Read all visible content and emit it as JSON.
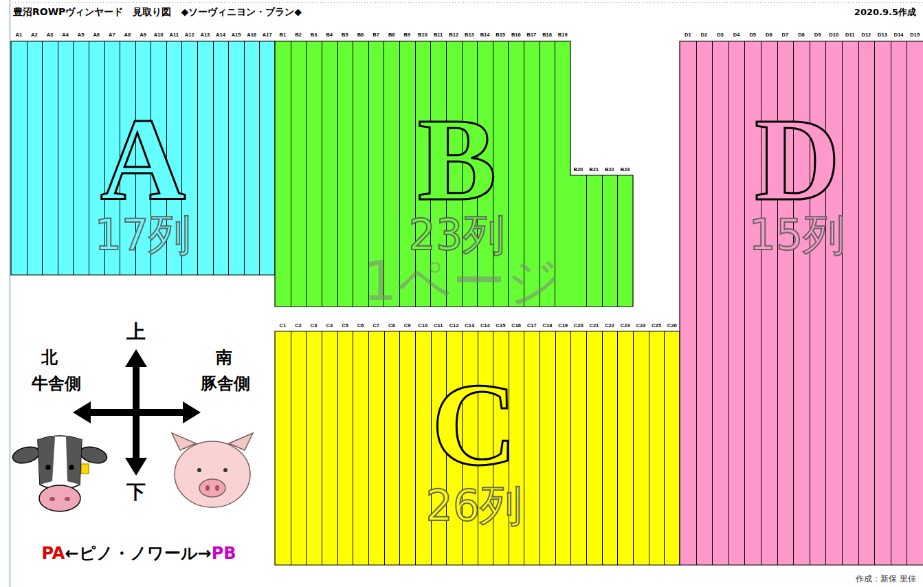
{
  "diagram": {
    "title": "豊沼ROWPヴィンヤード　見取り図　◆ソーヴィニヨン・ブラン◆",
    "nodes": [
      {
        "text": [
          "A",
          "17列"
        ]
      },
      {
        "text": [
          "B",
          "23列"
        ]
      },
      {
        "text": [
          "C",
          "26列"
        ]
      },
      {
        "text": [
          "D",
          "15列"
        ]
      }
    ],
    "labels": [
      "A1",
      "A2",
      "A3",
      "A4",
      "A5",
      "A6",
      "A7",
      "A8",
      "A9",
      "A10",
      "A11",
      "A12",
      "A13",
      "A14",
      "A15",
      "A16",
      "A17",
      "B1",
      "B2",
      "B3",
      "B4",
      "B5",
      "B6",
      "B7",
      "B8",
      "B9",
      "B10",
      "B11",
      "B12",
      "B13",
      "B14",
      "B15",
      "B16",
      "B17",
      "B18",
      "B19",
      "B20",
      "B21",
      "B22",
      "B23",
      "C1",
      "C2",
      "C3",
      "C4",
      "C5",
      "C6",
      "C7",
      "C8",
      "C9",
      "C10",
      "C11",
      "C12",
      "C13",
      "C14",
      "C15",
      "C16",
      "C17",
      "C18",
      "C19",
      "C20",
      "C21",
      "C22",
      "C23",
      "C24",
      "C25",
      "C26",
      "D1",
      "D2",
      "D3",
      "D4",
      "D5",
      "D6",
      "D7",
      "D8",
      "D9",
      "D10",
      "D11",
      "D12",
      "D13",
      "D14",
      "D15",
      "2020.9.5作成",
      "1ページ",
      "上",
      "下",
      "北",
      "牛舎側",
      "南",
      "豚舎側",
      "PA",
      "←ピノ・ノワール→",
      "PB",
      "作成：新保 里佳"
    ]
  }
}
